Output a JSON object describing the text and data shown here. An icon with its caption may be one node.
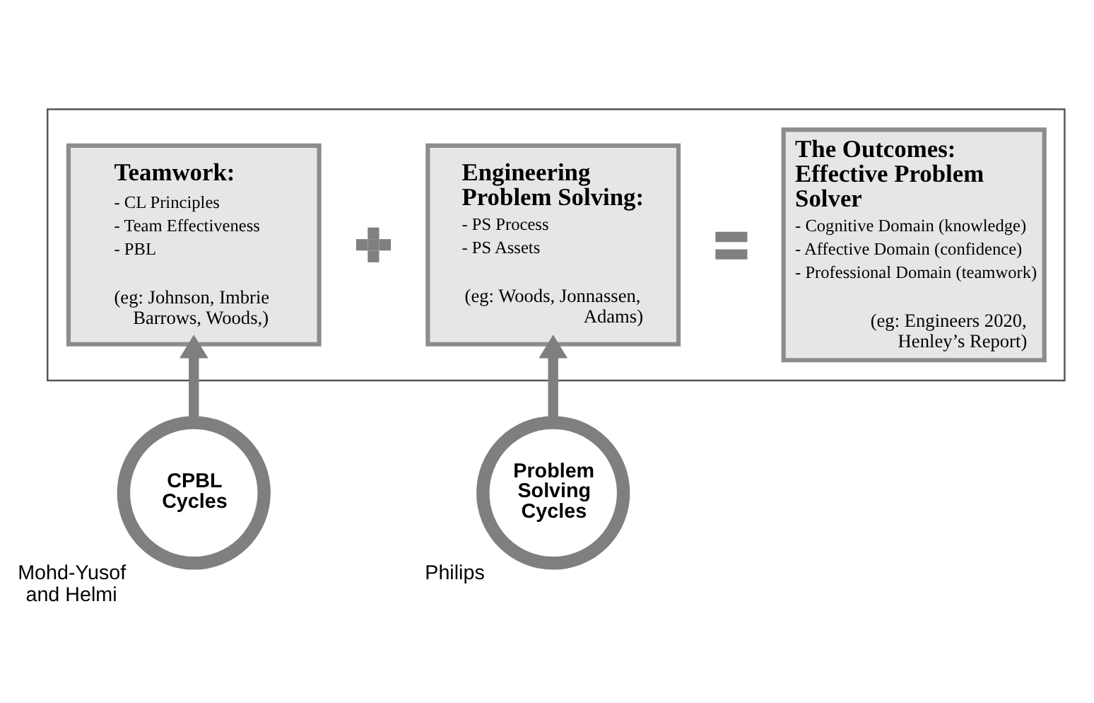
{
  "diagram": {
    "nodes": [
      {
        "text": [],
        "shape": "box"
      },
      {
        "text": [
          "Teamwork:",
          "- CL Principles",
          "- Team Effectiveness",
          "- PBL",
          "(eg: Johnson, Imbrie Barrows, Woods,)"
        ],
        "in": 0
      },
      {
        "text": [],
        "shape": "plus",
        "in": 0
      },
      {
        "text": [
          "Engineering Problem Solving:",
          "- PS Process",
          "- PS Assets",
          "(eg: Woods, Jonnassen, Adams)"
        ],
        "in": 0
      },
      {
        "text": [],
        "shape": "equals",
        "in": 0
      },
      {
        "text": [
          "The Outcomes: Effective Problem Solver",
          "- Cognitive Domain (knowledge)",
          "- Affective Domain (confidence)",
          "- Professional Domain (teamwork)",
          "(eg: Engineers 2020, Henley’s Report)"
        ],
        "in": 0
      },
      {
        "text": [
          "CPBL Cycles"
        ],
        "beside": [
          "Mohd-Yusof and Helmi"
        ]
      },
      {
        "text": [
          "Problem Solving Cycles"
        ],
        "beside": [
          "Philips"
        ]
      }
    ],
    "edges": [
      {
        "from": 6,
        "to": 1,
        "arrow": "to"
      },
      {
        "from": 7,
        "to": 3,
        "arrow": "to"
      }
    ]
  }
}
